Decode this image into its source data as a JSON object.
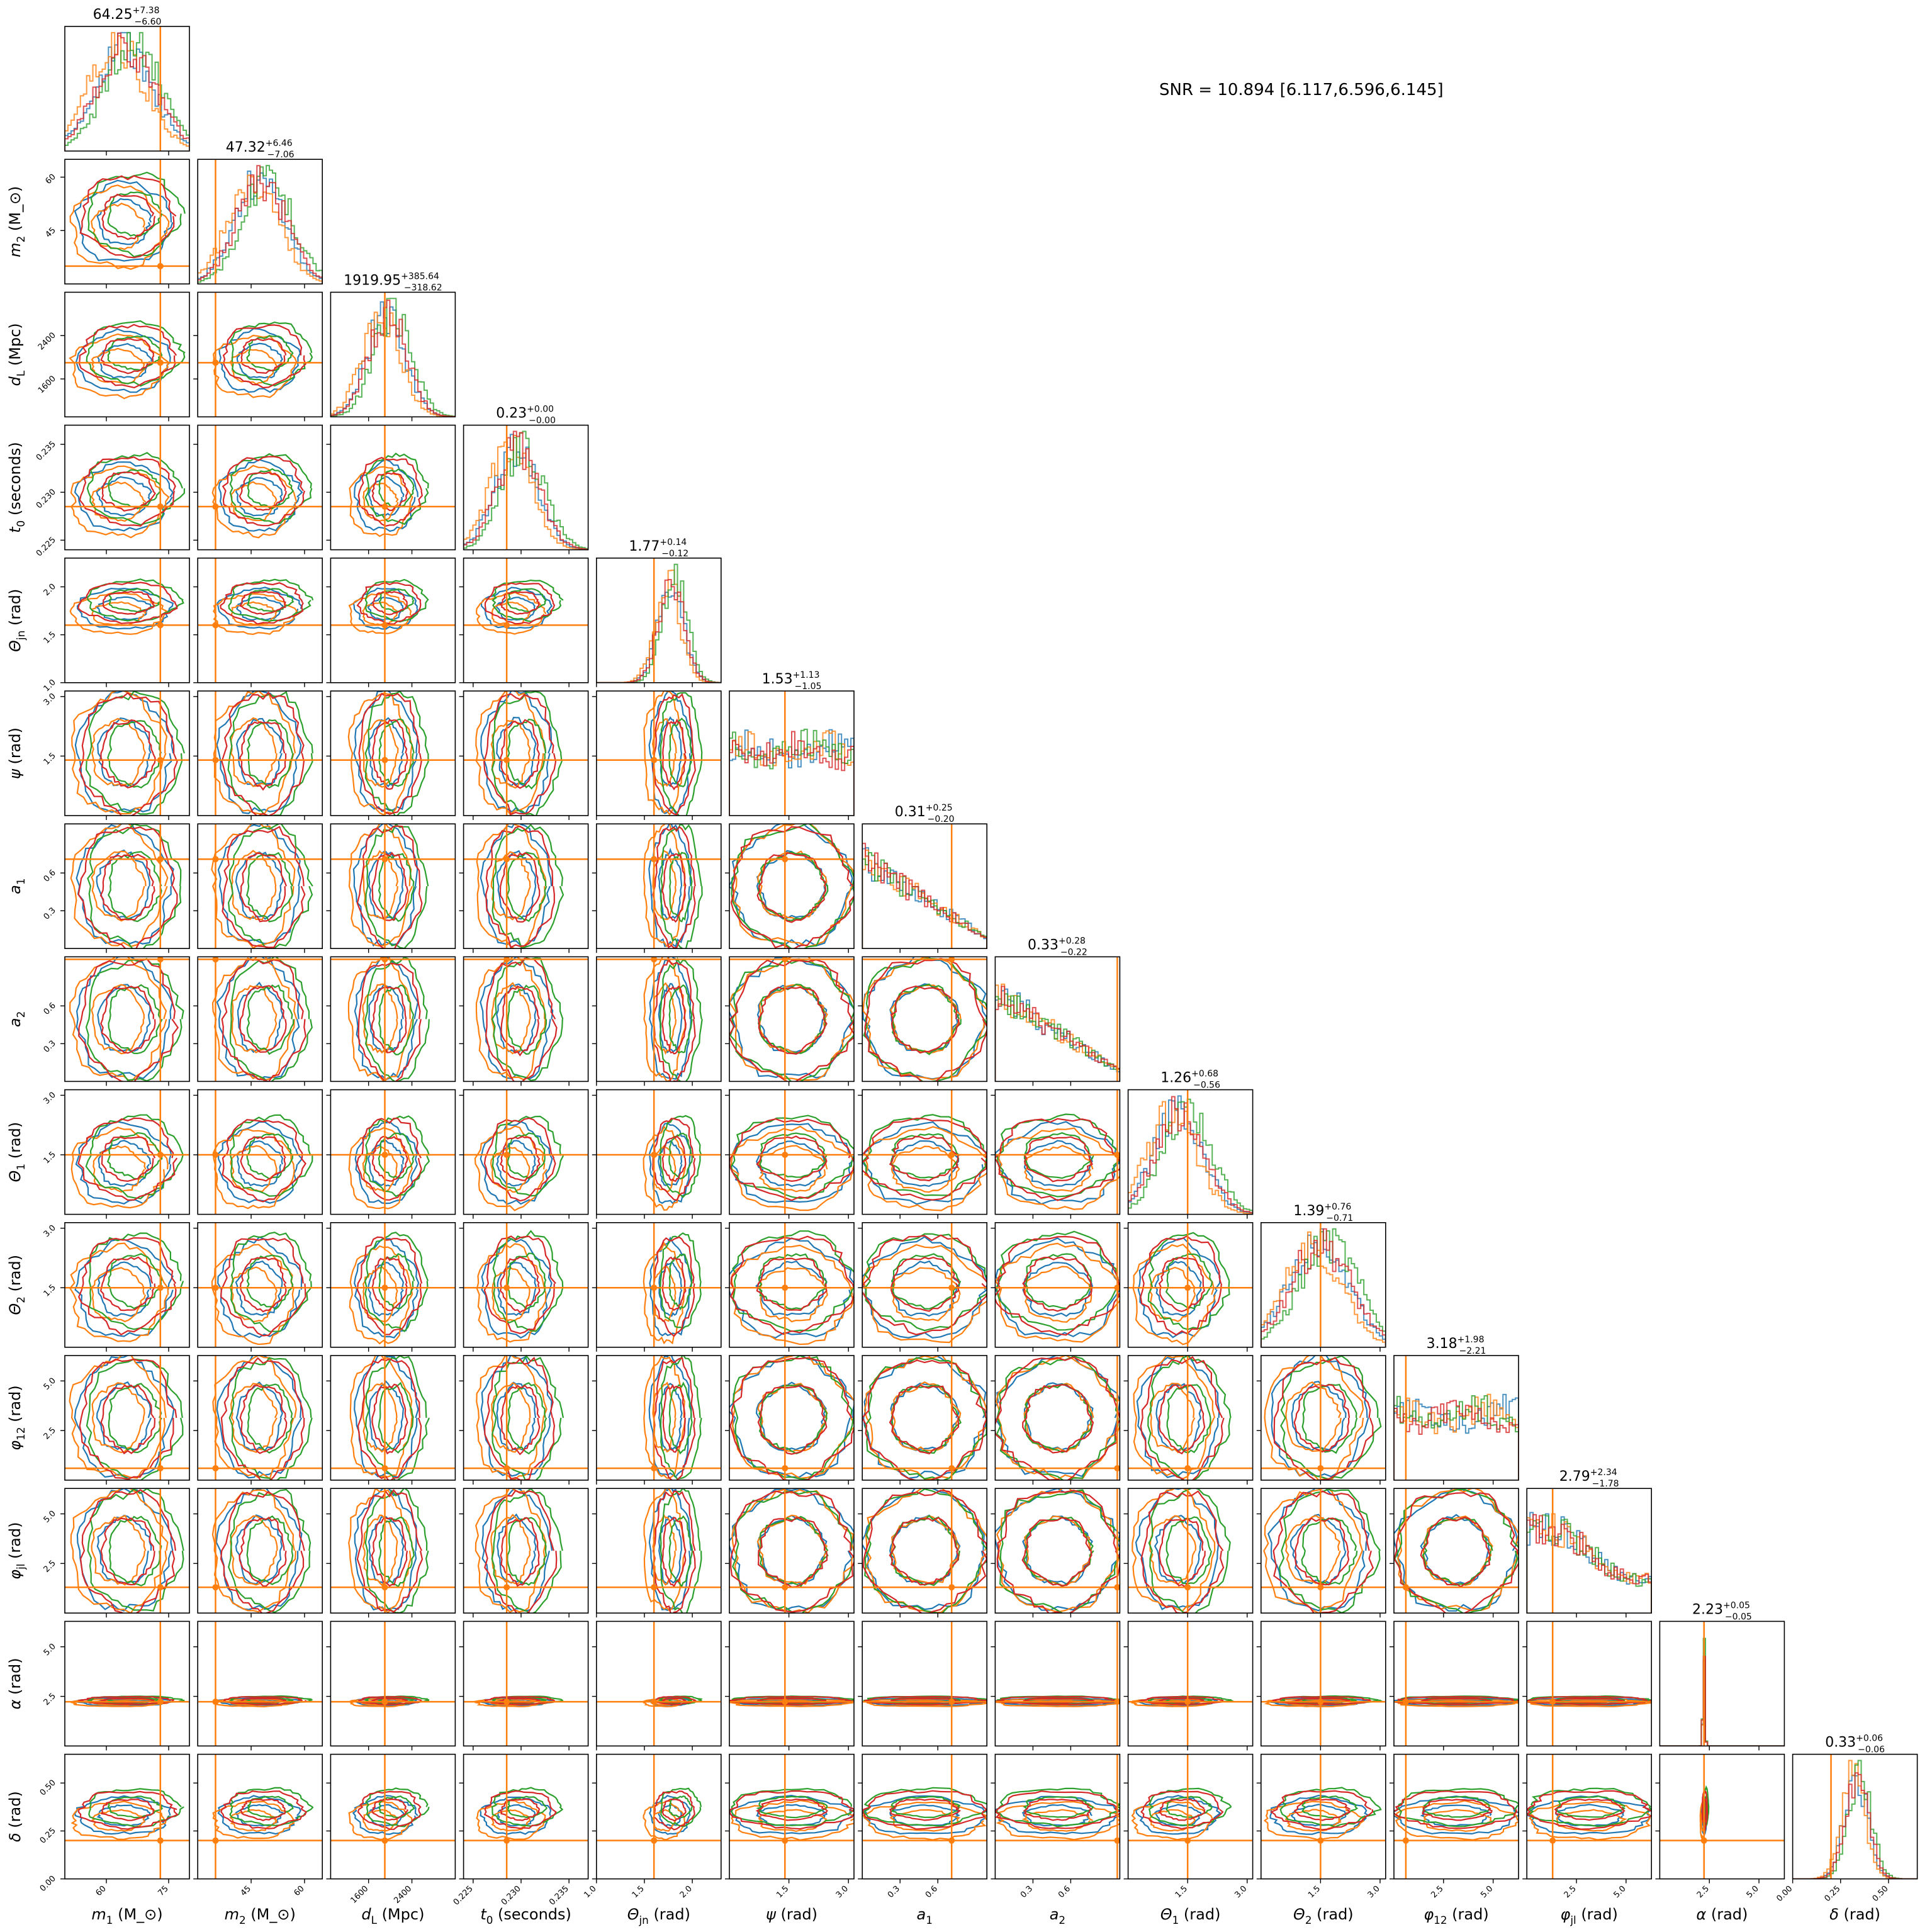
{
  "chart_data": {
    "type": "corner",
    "annotation": "SNR = 10.894 [6.117,6.596,6.145]",
    "colors": {
      "blue": "#1f77b4",
      "orange": "#ff7f0e",
      "green": "#2ca02c",
      "red": "#d62728",
      "truth": "#ff7f0e"
    },
    "parameters": [
      {
        "label": "m_1 (M_⊙)",
        "title": "64.25",
        "plus": "+7.38",
        "minus": "−6.60",
        "range": [
          50,
          80
        ],
        "truth": 73,
        "ticks": [
          60,
          75
        ],
        "tickfmt": "0",
        "tick_labels": [
          "60",
          "75"
        ],
        "mean": 64.25,
        "std": 7,
        "kind": "peak"
      },
      {
        "label": "m_2 (M_⊙)",
        "title": "47.32",
        "plus": "+6.46",
        "minus": "−7.06",
        "range": [
          30,
          65
        ],
        "truth": 35,
        "ticks": [
          45,
          60
        ],
        "tickfmt": "0",
        "tick_labels": [
          "45",
          "60"
        ],
        "mean": 47.3,
        "std": 7,
        "kind": "peak"
      },
      {
        "label": "d_L (Mpc)",
        "title": "1919.95",
        "plus": "+385.64",
        "minus": "−318.62",
        "range": [
          900,
          3200
        ],
        "truth": 1900,
        "ticks": [
          1600,
          2400
        ],
        "tickfmt": "0",
        "tick_labels": [
          "1600",
          "2400"
        ],
        "mean": 1920,
        "std": 350,
        "kind": "peak"
      },
      {
        "label": "t_0 (seconds)",
        "title": "0.23",
        "plus": "+0.00",
        "minus": "−0.00",
        "range": [
          0.224,
          0.237
        ],
        "truth": 0.2285,
        "ticks": [
          0.225,
          0.23,
          0.235
        ],
        "tickfmt": "3",
        "tick_labels": [
          "0.225",
          "0.230",
          "0.235"
        ],
        "mean": 0.2295,
        "std": 0.0022,
        "kind": "peak"
      },
      {
        "label": "Θ_jn (rad)",
        "title": "1.77",
        "plus": "+0.14",
        "minus": "−0.12",
        "range": [
          1.0,
          2.3
        ],
        "truth": 1.6,
        "ticks": [
          1.0,
          1.5,
          2.0
        ],
        "tickfmt": "1",
        "tick_labels": [
          "1.0",
          "1.5",
          "2.0"
        ],
        "mean": 1.77,
        "std": 0.13,
        "kind": "peak"
      },
      {
        "label": "ψ (rad)",
        "title": "1.53",
        "plus": "+1.13",
        "minus": "−1.05",
        "range": [
          0,
          3.14
        ],
        "truth": 1.4,
        "ticks": [
          1.5,
          3.0
        ],
        "tickfmt": "1",
        "tick_labels": [
          "1.5",
          "3.0"
        ],
        "mean": 1.57,
        "std": 1,
        "kind": "flat"
      },
      {
        "label": "a_1",
        "title": "0.31",
        "plus": "+0.25",
        "minus": "−0.20",
        "range": [
          0,
          0.99
        ],
        "truth": 0.71,
        "ticks": [
          0.3,
          0.6
        ],
        "tickfmt": "1",
        "tick_labels": [
          "0.3",
          "0.6"
        ],
        "mean": 0.31,
        "std": 0.22,
        "kind": "decay"
      },
      {
        "label": "a_2",
        "title": "0.33",
        "plus": "+0.28",
        "minus": "−0.22",
        "range": [
          0,
          0.99
        ],
        "truth": 0.97,
        "ticks": [
          0.3,
          0.6
        ],
        "tickfmt": "1",
        "tick_labels": [
          "0.3",
          "0.6"
        ],
        "mean": 0.33,
        "std": 0.25,
        "kind": "decay"
      },
      {
        "label": "Θ_1 (rad)",
        "title": "1.26",
        "plus": "+0.68",
        "minus": "−0.56",
        "range": [
          0,
          3.14
        ],
        "truth": 1.5,
        "ticks": [
          1.5,
          3.0
        ],
        "tickfmt": "1",
        "tick_labels": [
          "1.5",
          "3.0"
        ],
        "mean": 1.26,
        "std": 0.62,
        "kind": "peak"
      },
      {
        "label": "Θ_2 (rad)",
        "title": "1.39",
        "plus": "+0.76",
        "minus": "−0.71",
        "range": [
          0,
          3.14
        ],
        "truth": 1.5,
        "ticks": [
          1.5,
          3.0
        ],
        "tickfmt": "1",
        "tick_labels": [
          "1.5",
          "3.0"
        ],
        "mean": 1.45,
        "std": 0.75,
        "kind": "peak"
      },
      {
        "label": "φ_12 (rad)",
        "title": "3.18",
        "plus": "+1.98",
        "minus": "−2.21",
        "range": [
          0,
          6.28
        ],
        "truth": 0.6,
        "ticks": [
          2.5,
          5.0
        ],
        "tickfmt": "1",
        "tick_labels": [
          "2.5",
          "5.0"
        ],
        "mean": 3.14,
        "std": 2,
        "kind": "flat"
      },
      {
        "label": "φ_jl (rad)",
        "title": "2.79",
        "plus": "+2.34",
        "minus": "−1.78",
        "range": [
          0,
          6.28
        ],
        "truth": 1.3,
        "ticks": [
          2.5,
          5.0
        ],
        "tickfmt": "1",
        "tick_labels": [
          "2.5",
          "5.0"
        ],
        "mean": 2.8,
        "std": 2,
        "kind": "wide"
      },
      {
        "label": "α (rad)",
        "title": "2.23",
        "plus": "+0.05",
        "minus": "−0.05",
        "range": [
          0,
          6.28
        ],
        "truth": 2.23,
        "ticks": [
          2.5,
          5.0
        ],
        "tickfmt": "1",
        "tick_labels": [
          "2.5",
          "5.0"
        ],
        "mean": 2.23,
        "std": 0.05,
        "kind": "narrow"
      },
      {
        "label": "δ (rad)",
        "title": "0.33",
        "plus": "+0.06",
        "minus": "−0.06",
        "range": [
          0,
          0.65
        ],
        "truth": 0.2,
        "ticks": [
          0,
          0.25,
          0.5
        ],
        "tickfmt": "2",
        "tick_labels": [
          "0.00",
          "0.25",
          "0.50"
        ],
        "mean": 0.33,
        "std": 0.06,
        "kind": "peak"
      }
    ],
    "grid": false
  }
}
